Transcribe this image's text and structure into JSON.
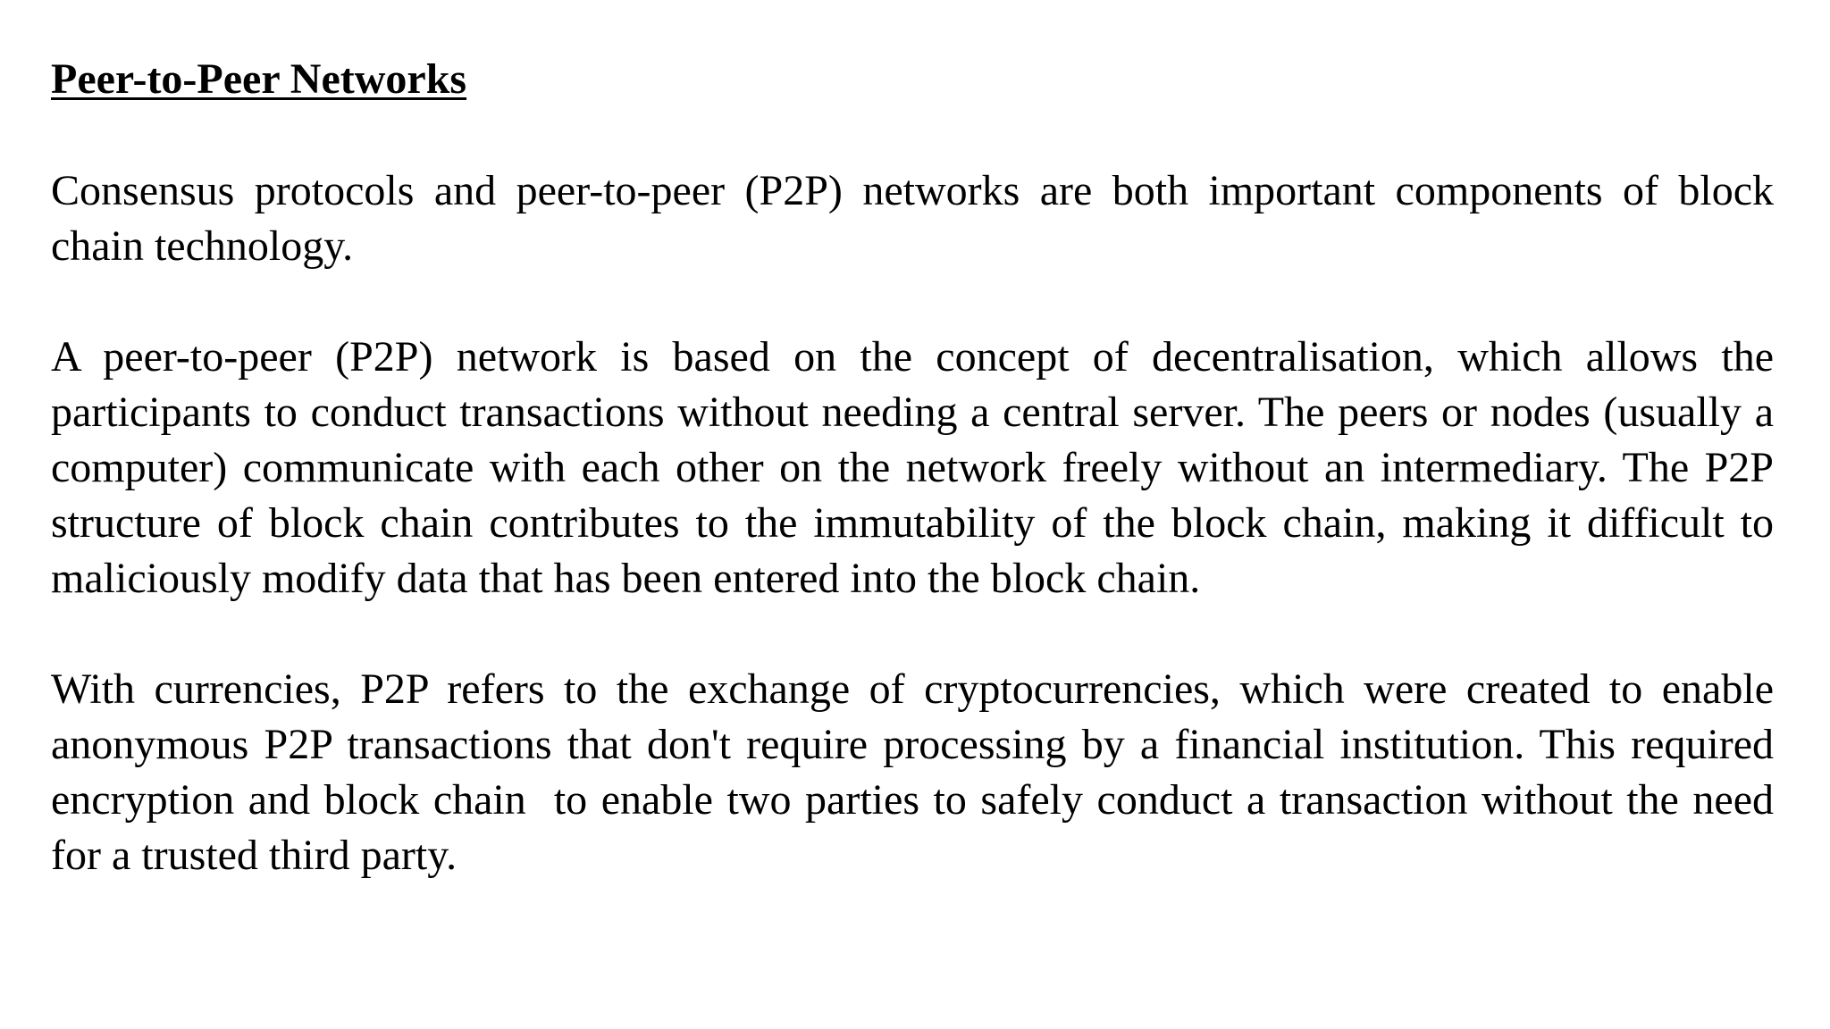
{
  "document": {
    "heading": "Peer-to-Peer Networks",
    "paragraphs": [
      "Consensus protocols and peer-to-peer (P2P) networks are both important components of block chain technology.",
      "A peer-to-peer (P2P) network is based on the concept of decentralisation, which allows the participants to conduct transactions without needing a central server. The peers or nodes (usually a computer) communicate with each other on the network freely without an intermediary. The P2P structure of block chain contributes to the immutability of the block chain, making it difficult to maliciously modify data that has been entered into the block chain.",
      "With currencies, P2P refers to the exchange of cryptocurrencies, which were created to enable anonymous P2P transactions that don't require processing by a financial institution. This required encryption and block chain  to enable two parties to safely conduct a transaction without the need for a trusted third party."
    ]
  }
}
